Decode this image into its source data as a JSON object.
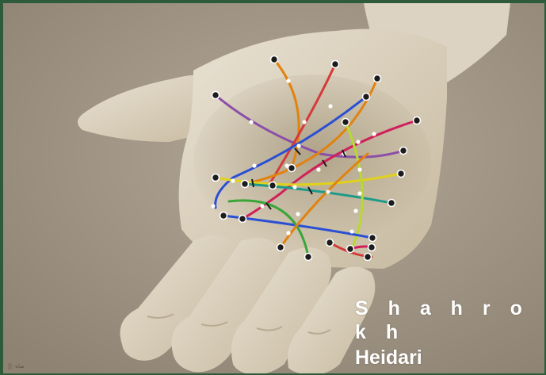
{
  "caption": {
    "first_name": "S h a h r o k h",
    "last_name": "Heidari"
  },
  "corner_mark": "▒ -شاه",
  "colors": {
    "frame": "#2d5b3a",
    "background": "#a59a8a",
    "palm": "#d9cfbd",
    "line_purple": "#8b4fa8",
    "line_orange": "#e2820f",
    "line_red": "#d43a3a",
    "line_yellow": "#e0d21c",
    "line_blue": "#2a4fd4",
    "line_magenta": "#d0205a",
    "line_teal": "#1e9a8a",
    "line_green": "#3aa63a",
    "line_lime": "#b8d832"
  },
  "icons": [
    "junction-node-icon",
    "midpoint-dot-icon"
  ]
}
